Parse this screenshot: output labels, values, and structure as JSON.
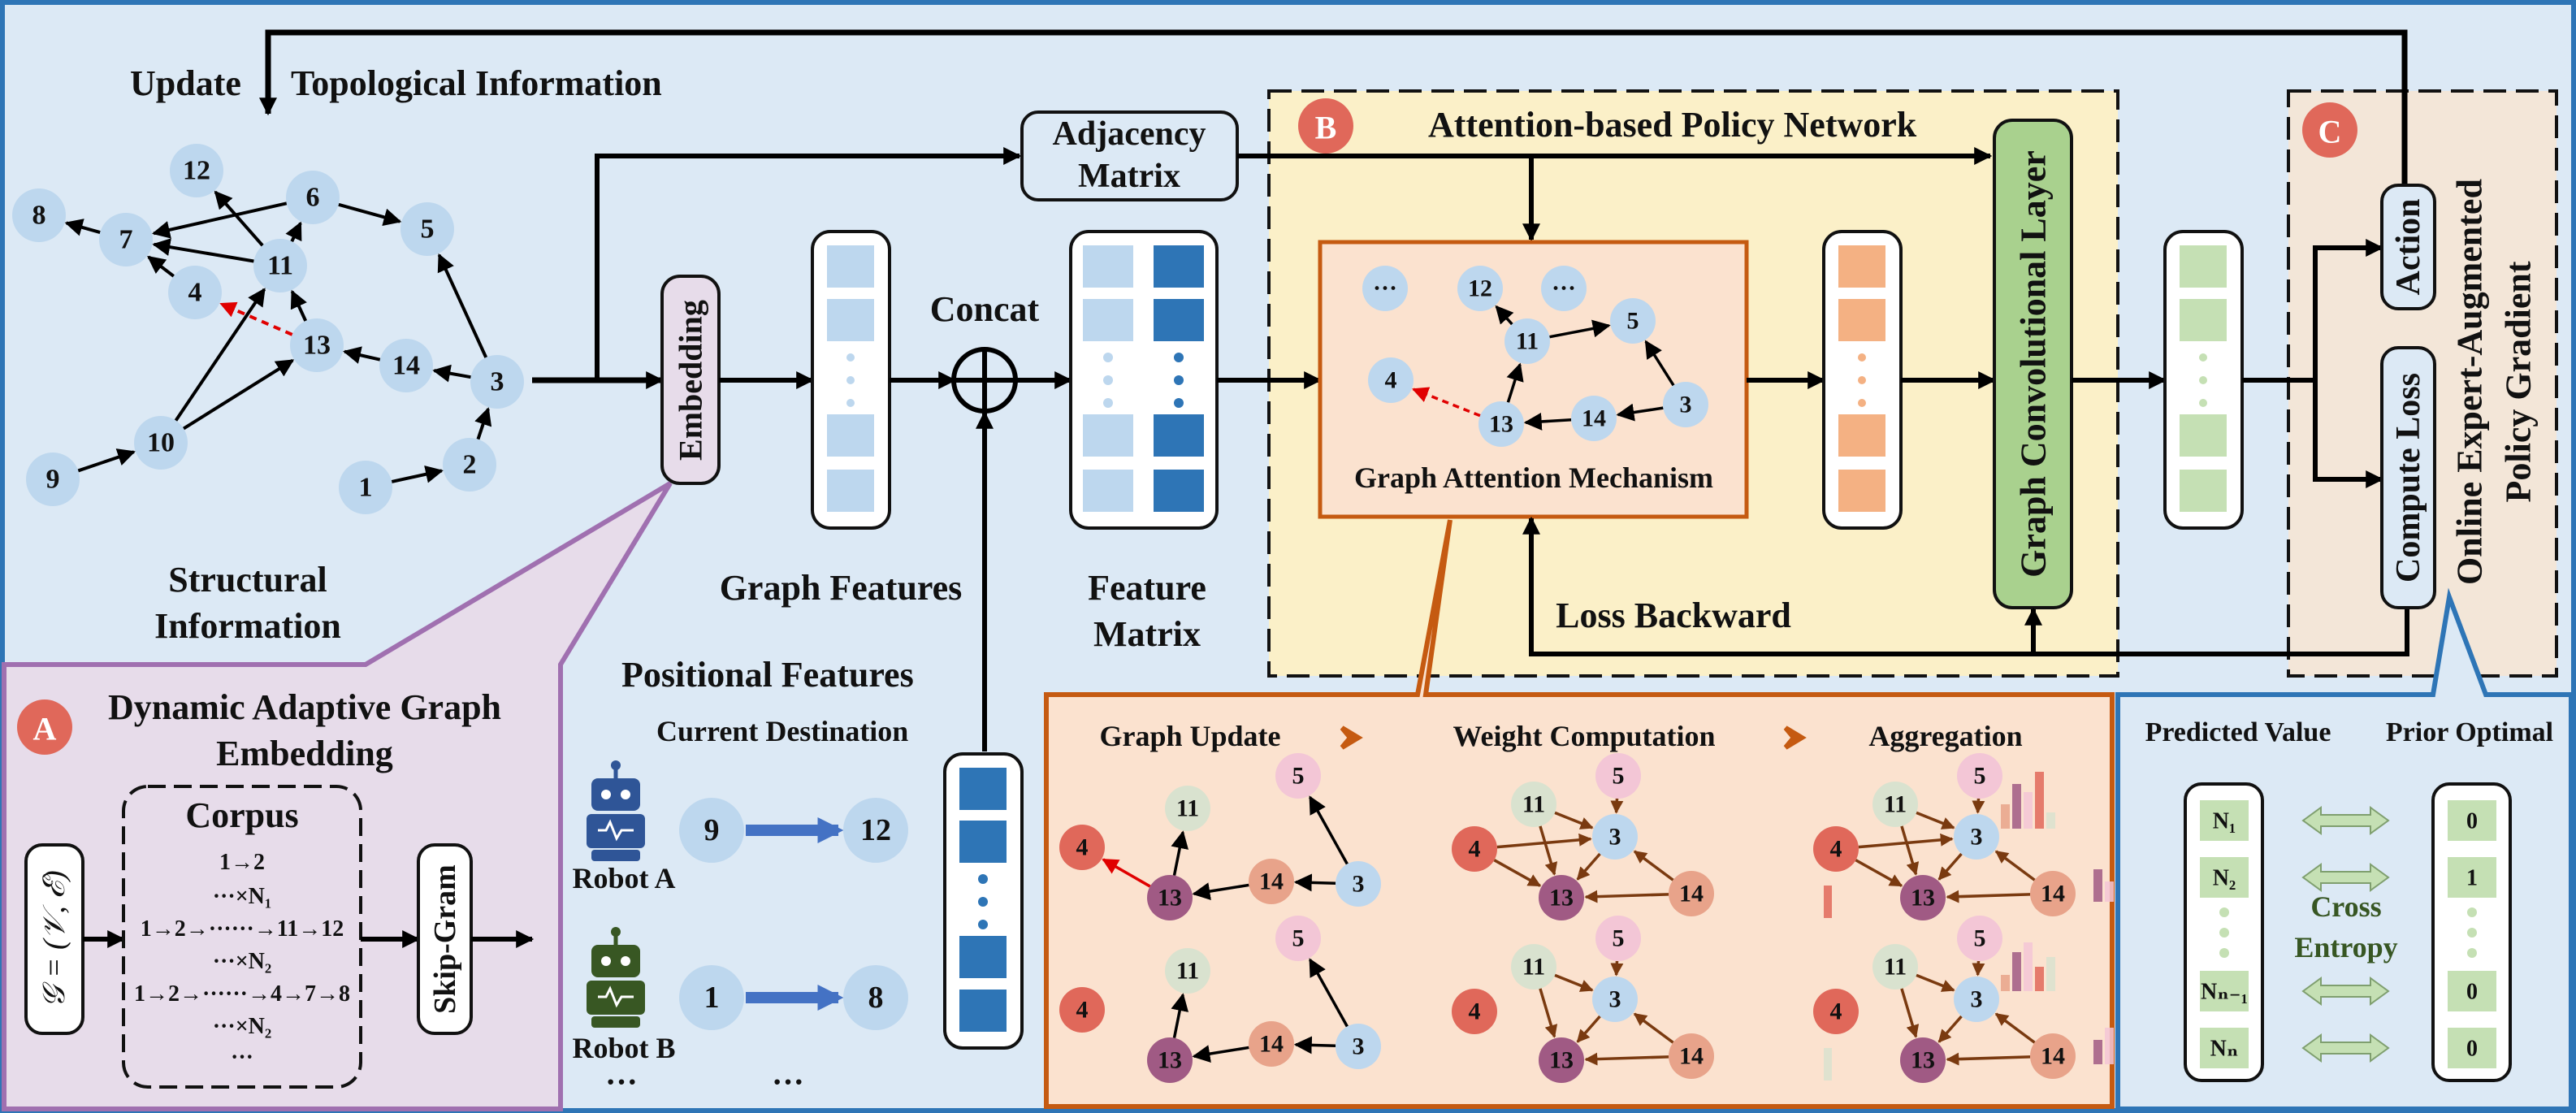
{
  "title": {
    "update": "Update",
    "topological": "Topological Information"
  },
  "graph": {
    "nodes": [
      "12",
      "6",
      "8",
      "7",
      "5",
      "11",
      "4",
      "13",
      "14",
      "3",
      "10",
      "9",
      "2",
      "1"
    ]
  },
  "labels": {
    "structural_line1": "Structural",
    "structural_line2": "Information",
    "embedding": "Embedding",
    "adjacency_line1": "Adjacency",
    "adjacency_line2": "Matrix",
    "concat": "Concat",
    "graph_features": "Graph Features",
    "feature_matrix_line1": "Feature",
    "feature_matrix_line2": "Matrix",
    "positional_features": "Positional Features",
    "current_destination": "Current Destination"
  },
  "panelA": {
    "badge": "A",
    "title_line1": "Dynamic Adaptive Graph",
    "title_line2": "Embedding",
    "corpus": "Corpus",
    "input": "𝒢 = (𝒱, ℰ)",
    "corpus_lines": [
      "1→2",
      "···×N₁",
      "1→2→······→11→12",
      "···×N₂",
      "1→2→······→4→7→8",
      "···×N₂",
      "···"
    ],
    "skipgram": "Skip-Gram"
  },
  "robots": {
    "robotA": {
      "name": "Robot A",
      "from": "9",
      "to": "12"
    },
    "robotB": {
      "name": "Robot B",
      "from": "1",
      "to": "8"
    },
    "more_left": "···",
    "more_right": "···"
  },
  "panelB": {
    "badge": "B",
    "title": "Attention-based Policy Network",
    "mechanism": "Graph Attention Mechanism",
    "gcl": "Graph Convolutional Layer",
    "loss_backward": "Loss Backward",
    "nodes": [
      "···",
      "12",
      "···",
      "11",
      "5",
      "4",
      "13",
      "14",
      "3"
    ]
  },
  "detail": {
    "graph_update": "Graph Update",
    "weight_computation": "Weight Computation",
    "aggregation": "Aggregation",
    "nodes": [
      "5",
      "11",
      "4",
      "13",
      "14",
      "3"
    ]
  },
  "panelC": {
    "badge": "C",
    "title_line1": "Online Expert-Augmented",
    "title_line2": "Policy Gradient",
    "action": "Action",
    "compute_loss": "Compute Loss"
  },
  "panelD": {
    "predicted_value": "Predicted Value",
    "prior_optimal": "Prior Optimal",
    "predicted": [
      "N₁",
      "N₂",
      "Nₙ₋₁",
      "Nₙ"
    ],
    "optimal": [
      "0",
      "1",
      "0",
      "0"
    ],
    "cross_line1": "Cross",
    "cross_line2": "Entropy"
  },
  "colors": {
    "background": "#dce9f5",
    "frame": "#2e75b6",
    "panelA": "#e7dcea",
    "panelA_border": "#a070b0",
    "panelB": "#fbf0c8",
    "panelC": "#f3e6d8",
    "detail": "#fbe2cf",
    "detail_border": "#c55a11",
    "node": "#bdd7ee",
    "badge": "#e0685a"
  }
}
